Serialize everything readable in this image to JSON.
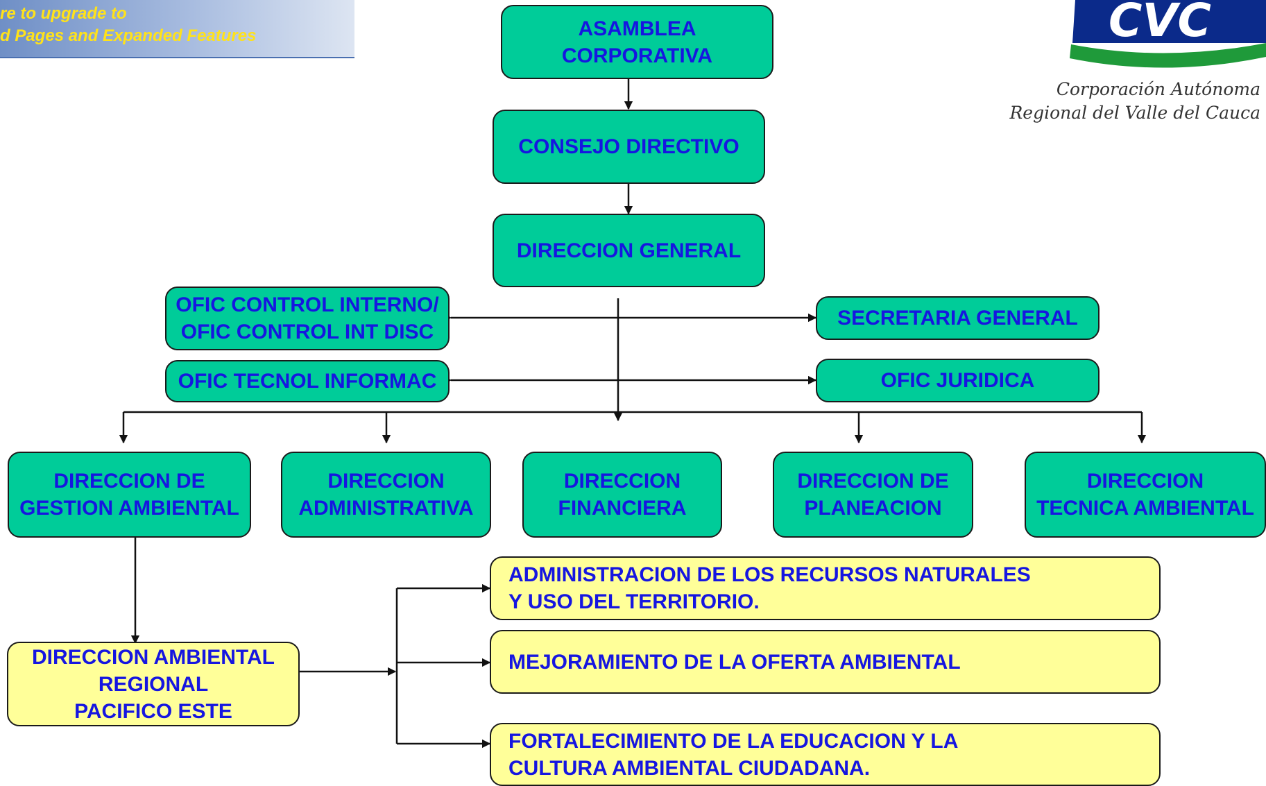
{
  "watermark": {
    "line1": "re to upgrade to",
    "line2": "d Pages and Expanded Features"
  },
  "logo": {
    "mark": "CVC",
    "line1": "Corporación Autónoma",
    "line2": "Regional del Valle del Cauca",
    "colors": {
      "mark": "#0b2a8a",
      "swoosh": "#1f9a3a"
    }
  },
  "colors": {
    "green_box": "#00cc99",
    "yellow_box": "#ffff99",
    "text": "#1616e0"
  },
  "chart": {
    "asamblea": [
      "ASAMBLEA",
      "CORPORATIVA"
    ],
    "consejo": [
      "CONSEJO DIRECTIVO"
    ],
    "direccion_general": [
      "DIRECCION GENERAL"
    ],
    "control_interno": [
      "OFIC CONTROL INTERNO/",
      "OFIC CONTROL INT DISC"
    ],
    "tecnol_informac": [
      "OFIC TECNOL INFORMAC"
    ],
    "secretaria": [
      "SECRETARIA GENERAL"
    ],
    "juridica": [
      "OFIC JURIDICA"
    ],
    "gestion_ambiental": [
      "DIRECCION DE",
      "GESTION AMBIENTAL"
    ],
    "administrativa": [
      "DIRECCION",
      "ADMINISTRATIVA"
    ],
    "financiera": [
      "DIRECCION",
      "FINANCIERA"
    ],
    "planeacion": [
      "DIRECCION DE",
      "PLANEACION"
    ],
    "tecnica_ambiental": [
      "DIRECCION",
      "TECNICA AMBIENTAL"
    ],
    "regional": [
      "DIRECCION AMBIENTAL",
      "REGIONAL",
      "PACIFICO ESTE"
    ],
    "recursos_naturales": [
      "ADMINISTRACION DE LOS RECURSOS NATURALES",
      "Y USO DEL TERRITORIO."
    ],
    "oferta_ambiental": [
      "MEJORAMIENTO DE LA OFERTA AMBIENTAL"
    ],
    "educacion": [
      "FORTALECIMIENTO DE LA EDUCACION Y LA",
      "CULTURA AMBIENTAL CIUDADANA."
    ]
  }
}
